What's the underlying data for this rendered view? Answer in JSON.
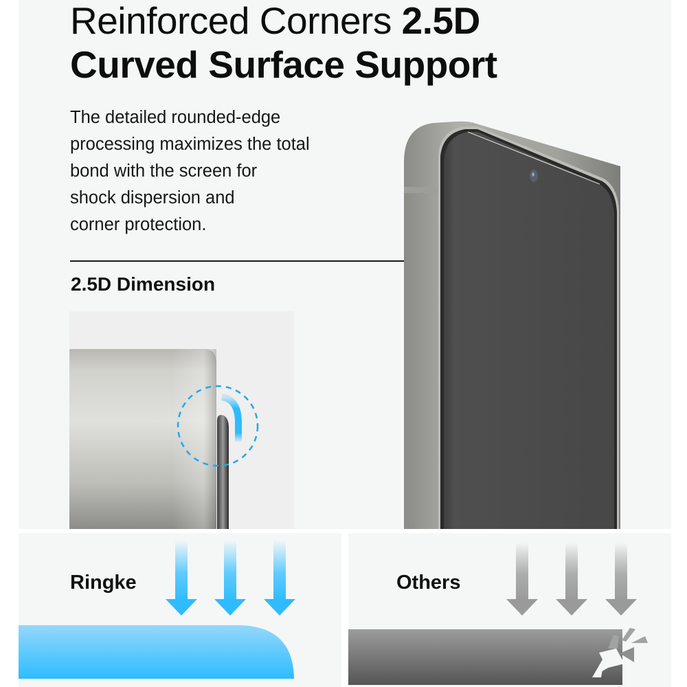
{
  "header": {
    "title_regular": "Reinforced Corners ",
    "title_bold_line1": "2.5D",
    "title_bold_line2": "Curved Surface Support"
  },
  "description": {
    "lines": [
      "The detailed rounded-edge",
      "processing maximizes the total",
      "bond with the screen for",
      "shock dispersion and",
      "corner protection."
    ]
  },
  "dimension": {
    "label": "2.5D Dimension"
  },
  "comparison": {
    "left": {
      "label": "Ringke",
      "color": "#2ebcff"
    },
    "right": {
      "label": "Others",
      "color": "#8a8a8a"
    }
  },
  "icons": {
    "impact_arrows": "arrow-down-icon",
    "highlight_circle": "dashed-circle-icon",
    "crack": "crack-icon"
  },
  "colors": {
    "accent_blue": "#2ebcff",
    "panel_bg": "#f5f7f7",
    "screen_dark": "#484848",
    "frame_gray": "#a4a49f"
  }
}
